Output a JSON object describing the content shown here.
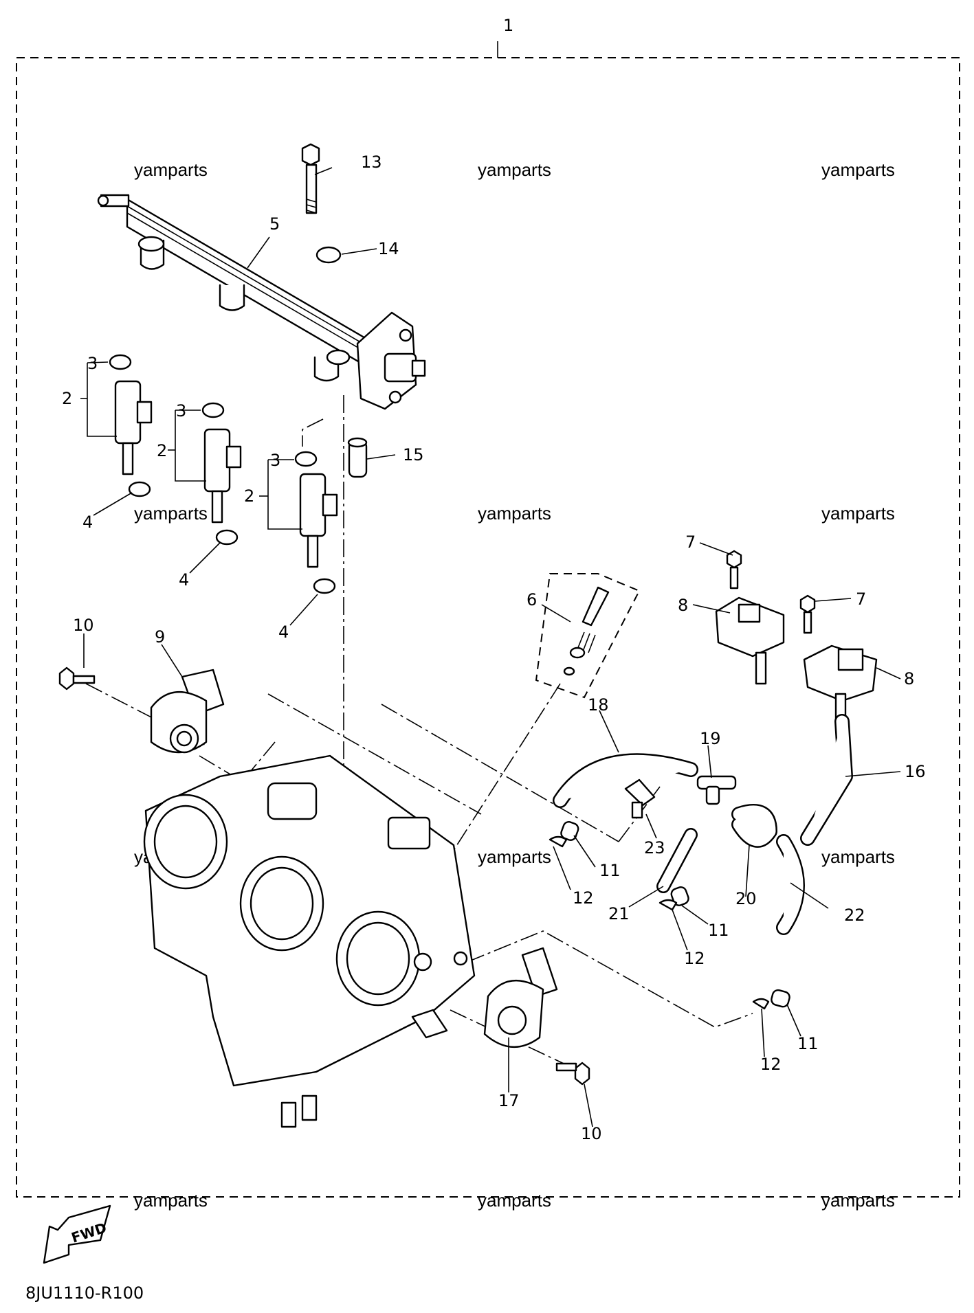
{
  "figure_code": "8JU1110-R100",
  "fwd_label": "FWD",
  "watermark": "yamparts",
  "callouts": {
    "c1": "1",
    "c2a": "2",
    "c2b": "2",
    "c2c": "2",
    "c3a": "3",
    "c3b": "3",
    "c3c": "3",
    "c4a": "4",
    "c4b": "4",
    "c4c": "4",
    "c5": "5",
    "c6": "6",
    "c7a": "7",
    "c7b": "7",
    "c8a": "8",
    "c8b": "8",
    "c9": "9",
    "c10a": "10",
    "c10b": "10",
    "c11a": "11",
    "c11b": "11",
    "c11c": "11",
    "c12a": "12",
    "c12b": "12",
    "c12c": "12",
    "c13": "13",
    "c14": "14",
    "c15": "15",
    "c16": "16",
    "c17": "17",
    "c18": "18",
    "c19": "19",
    "c20": "20",
    "c21": "21",
    "c22": "22",
    "c23": "23"
  }
}
